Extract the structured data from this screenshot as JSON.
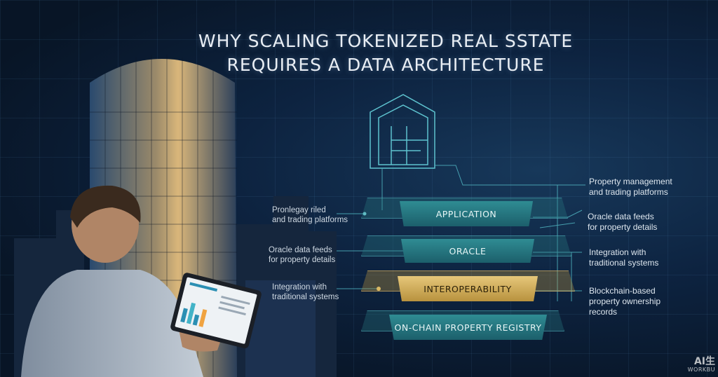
{
  "title": {
    "line1": "WHY SCALING TOKENIZED REAL SSTATE",
    "line2": "REQUIRES A DATA ARCHITECTURE"
  },
  "layers": [
    {
      "label": "APPLICATION"
    },
    {
      "label": "ORACLE"
    },
    {
      "label": "INTEROPERABILITY"
    },
    {
      "label": "ON-CHAIN PROPERTY REGISTRY"
    }
  ],
  "left_labels": [
    {
      "lines": [
        "Pronlegay riled",
        "and trading platforms"
      ]
    },
    {
      "lines": [
        "Oracle data feeds",
        "for property details"
      ]
    },
    {
      "lines": [
        "Integration with",
        "traditional systems"
      ]
    }
  ],
  "right_labels": [
    {
      "lines": [
        "Property management",
        "and trading platforms"
      ]
    },
    {
      "lines": [
        "Oracle data feeds",
        "for property details"
      ]
    },
    {
      "lines": [
        "Integration with",
        "traditional systems"
      ]
    },
    {
      "lines": [
        "Blockchain-based",
        "property ownership",
        "records"
      ]
    }
  ],
  "watermark": {
    "big": "AI生",
    "small": "WORKBU"
  },
  "colors": {
    "teal": "#2f8c93",
    "gold": "#d9b862",
    "background": "#0b1a2e"
  }
}
